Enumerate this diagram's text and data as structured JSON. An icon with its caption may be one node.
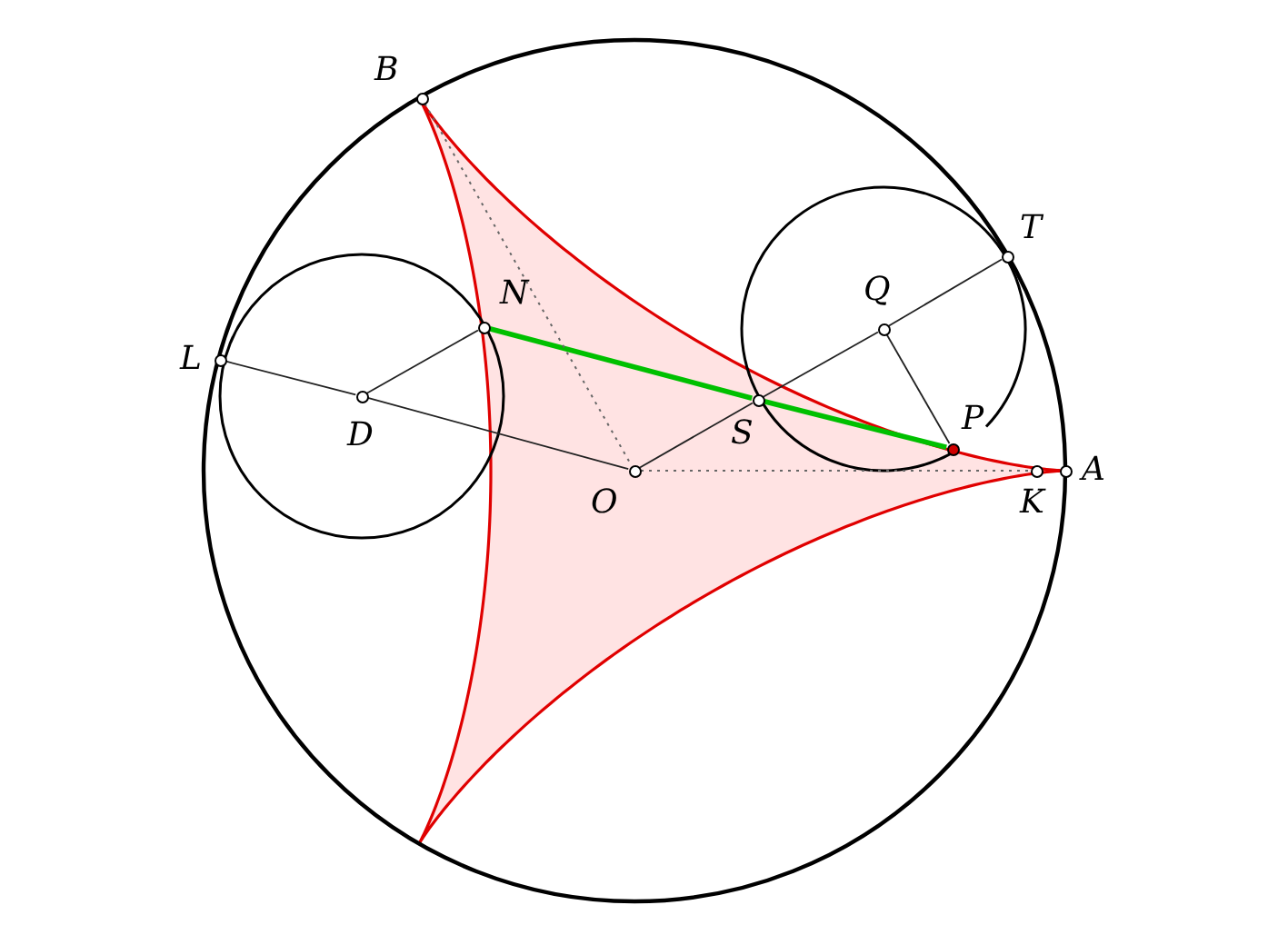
{
  "diagram": {
    "nodes": [
      {
        "text": [],
        "shape": "circle",
        "beside": [
          "B"
        ]
      },
      {
        "text": [],
        "shape": "circle",
        "beside": [
          "N"
        ]
      },
      {
        "text": [],
        "shape": "circle",
        "beside": [
          "L"
        ]
      },
      {
        "text": [],
        "shape": "circle",
        "beside": [
          "D"
        ]
      },
      {
        "text": [],
        "shape": "circle",
        "beside": [
          "O"
        ]
      },
      {
        "text": [],
        "shape": "circle",
        "beside": [
          "S"
        ]
      },
      {
        "text": [],
        "shape": "circle",
        "beside": [
          "Q"
        ]
      },
      {
        "text": [],
        "shape": "circle",
        "beside": [
          "T"
        ]
      },
      {
        "text": [],
        "shape": "circle",
        "beside": [
          "P"
        ]
      },
      {
        "text": [],
        "shape": "circle",
        "beside": [
          "A"
        ]
      },
      {
        "text": [],
        "shape": "circle",
        "beside": [
          "K"
        ]
      }
    ],
    "edges": [
      {
        "from": 2,
        "to": 3,
        "arrow": "none"
      },
      {
        "from": 3,
        "to": 4,
        "arrow": "none"
      },
      {
        "from": 3,
        "to": 1,
        "arrow": "none"
      },
      {
        "from": 4,
        "to": 5,
        "arrow": "none"
      },
      {
        "from": 5,
        "to": 6,
        "arrow": "none"
      },
      {
        "from": 6,
        "to": 7,
        "arrow": "none"
      },
      {
        "from": 6,
        "to": 8,
        "arrow": "none"
      },
      {
        "from": 1,
        "to": 5,
        "arrow": "none",
        "color": "#00c000",
        "style": "thick"
      },
      {
        "from": 5,
        "to": 8,
        "arrow": "none",
        "color": "#00c000",
        "style": "thick"
      },
      {
        "from": 0,
        "to": 4,
        "arrow": "none",
        "style": "dashed"
      },
      {
        "from": 4,
        "to": 10,
        "arrow": "none",
        "style": "dashed"
      }
    ]
  }
}
